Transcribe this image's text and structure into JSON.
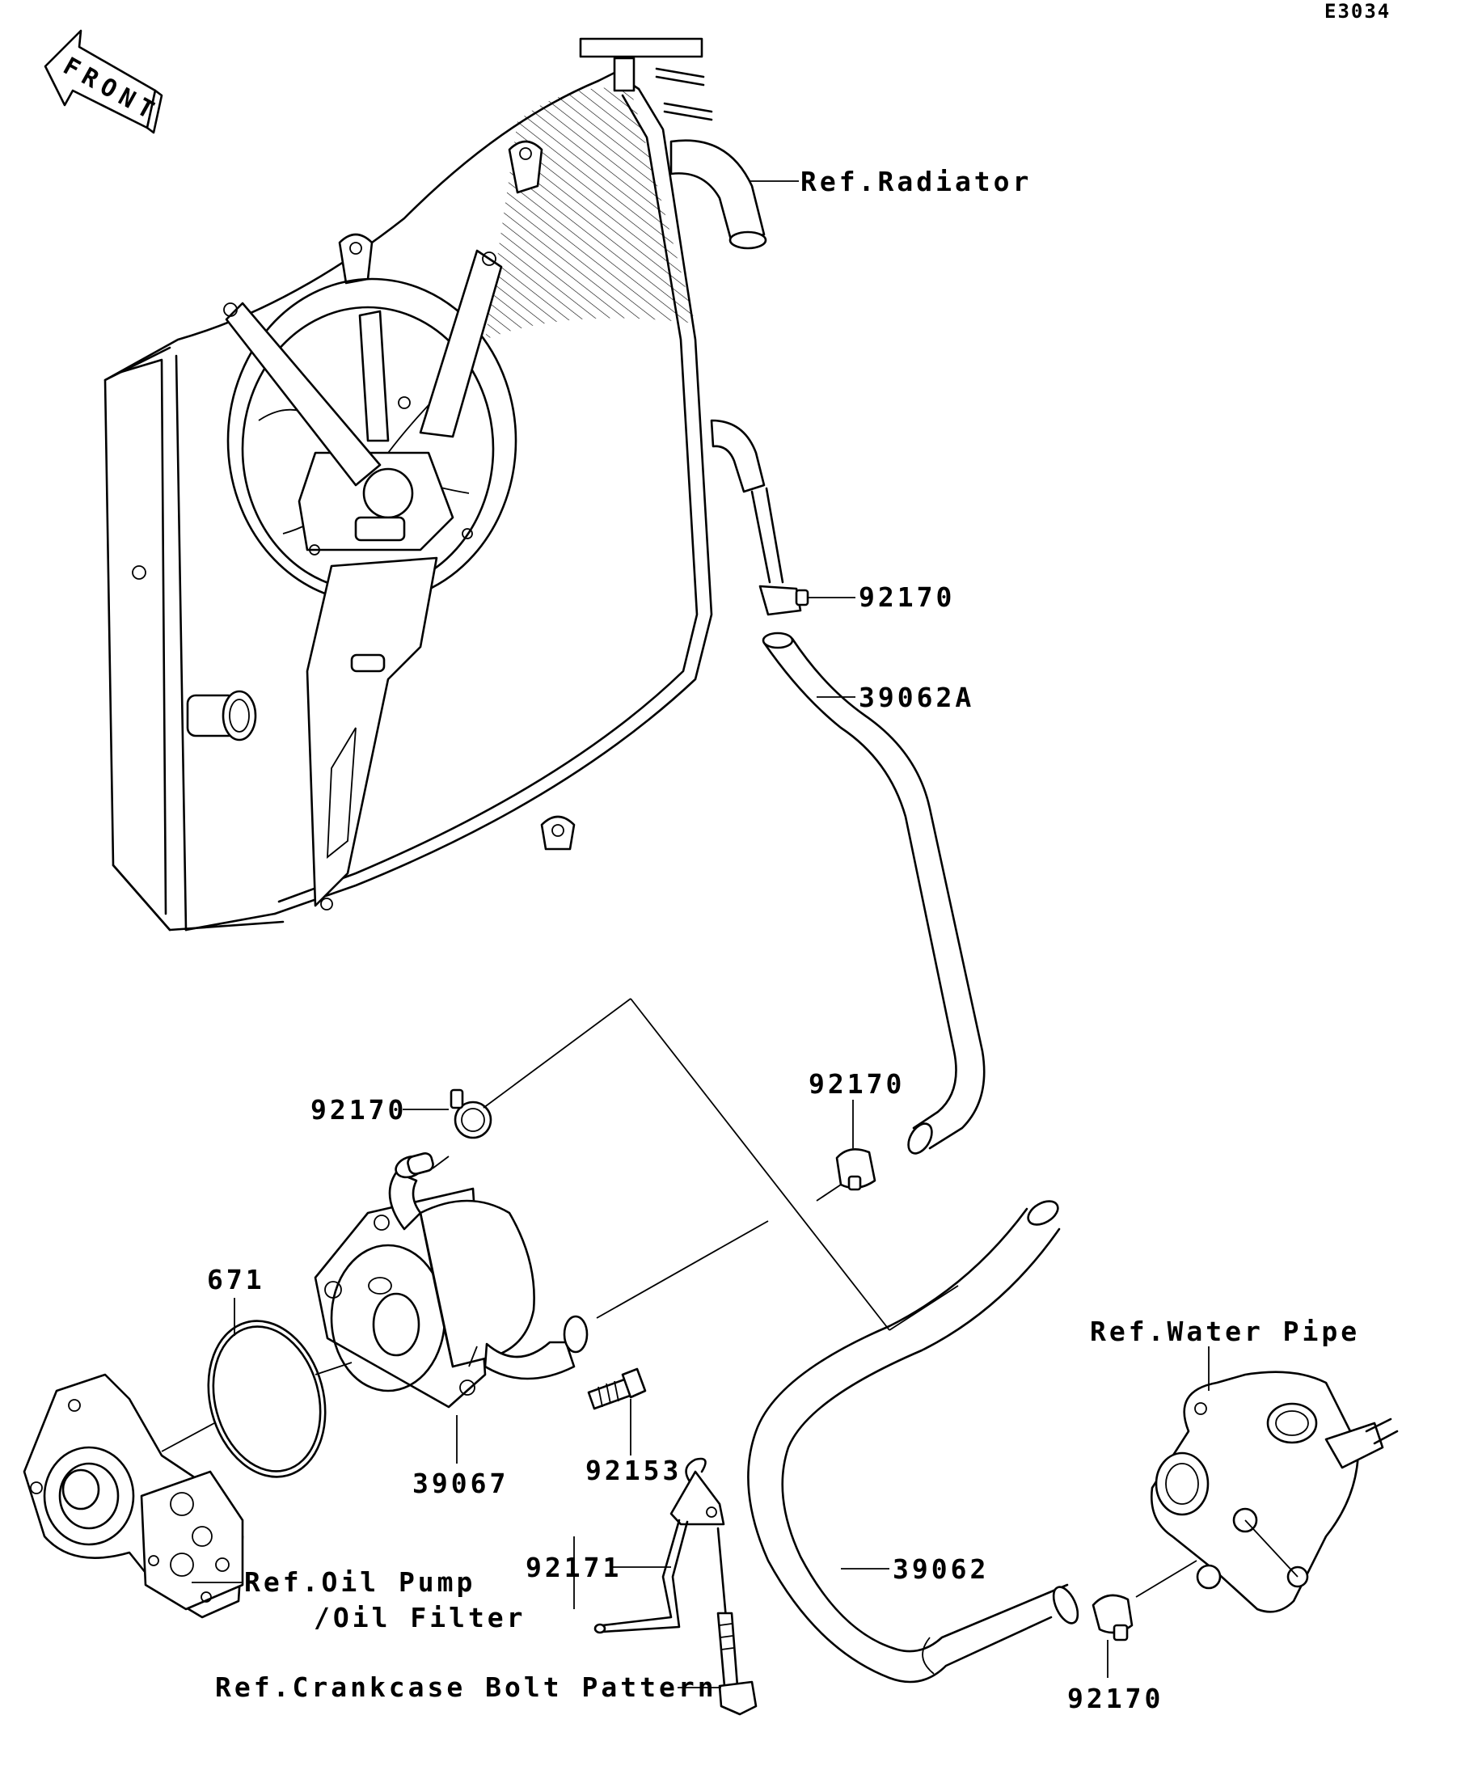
{
  "diagram": {
    "code": "E3034",
    "front_label": "FRONT",
    "labels": {
      "ref_radiator": "Ref.Radiator",
      "clamp_top": "92170",
      "hose_upper": "39062A",
      "clamp_mid": "92170",
      "clamp_cooler": "92170",
      "oring": "671",
      "oil_cooler": "39067",
      "bolt": "92153",
      "bracket": "92171",
      "hose_lower": "39062",
      "ref_water_pipe": "Ref.Water Pipe",
      "ref_oil_pump_line1": "Ref.Oil Pump",
      "ref_oil_pump_line2": "/Oil Filter",
      "ref_crankcase": "Ref.Crankcase Bolt Pattern",
      "clamp_bottom": "92170"
    }
  }
}
